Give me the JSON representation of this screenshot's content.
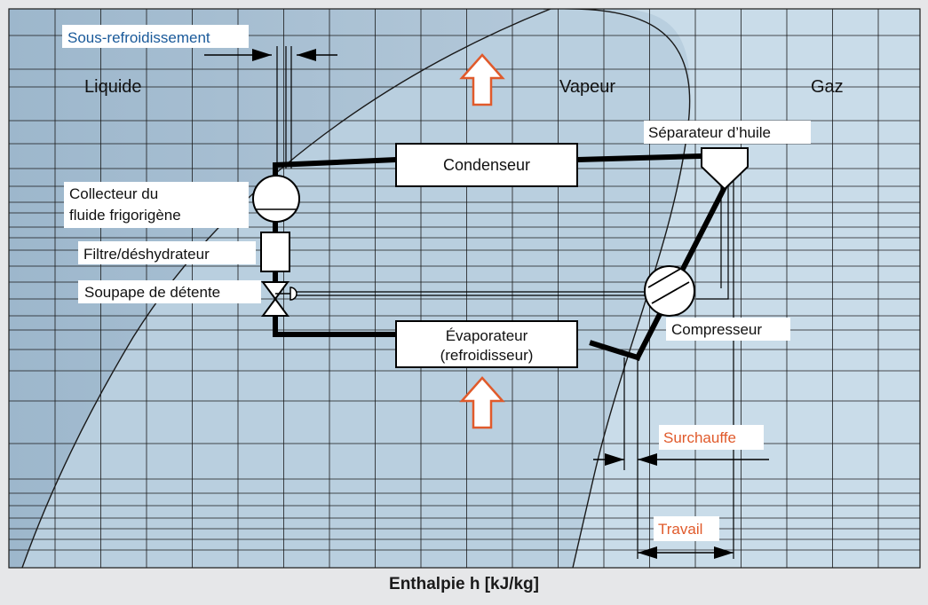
{
  "regions": {
    "liquid": "Liquide",
    "vapor": "Vapeur",
    "gas": "Gaz"
  },
  "components": {
    "condenser": "Condenseur",
    "evaporator_line1": "Évaporateur",
    "evaporator_line2": "(refroidisseur)",
    "receiver_line1": "Collecteur du",
    "receiver_line2": "fluide frigorigène",
    "filter_drier": "Filtre/déshydrateur",
    "expansion_valve": "Soupape de détente",
    "oil_separator": "Séparateur d’huile",
    "compressor": "Compresseur"
  },
  "annotations": {
    "subcooling": "Sous-refroidissement",
    "superheat": "Surchauffe",
    "work": "Travail"
  },
  "axis": {
    "x_title": "Enthalpie h [kJ/kg]"
  },
  "colors": {
    "background": "#e6e7e9",
    "liquid_zone": "#a8bfd2",
    "two_phase_zone": "#b8cfdd",
    "gas_zone": "#c8dcea",
    "grid": "#1a1a1a",
    "accent_orange": "#e05a2b",
    "blue_label": "#1a5a9a"
  }
}
